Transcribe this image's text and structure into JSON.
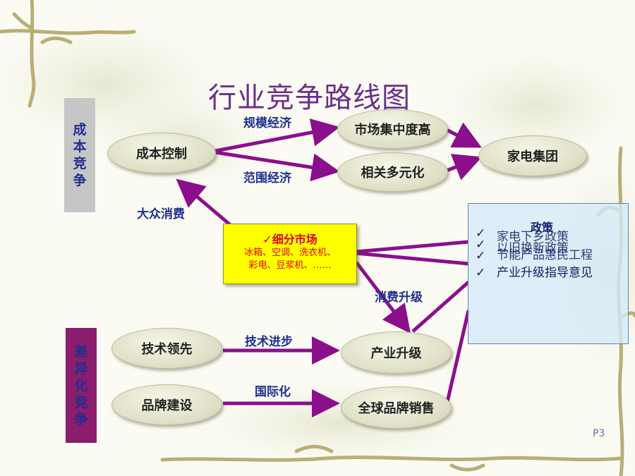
{
  "title": "行业竞争路线图",
  "side_labels": {
    "cost": [
      "成",
      "本",
      "竞",
      "争"
    ],
    "diff": [
      "差",
      "异",
      "化",
      "竞",
      "争"
    ]
  },
  "nodes": {
    "cost_control": "成本控制",
    "market_concentration": "市场集中度高",
    "diversification": "相关多元化",
    "appliance_group": "家电集团",
    "tech_leading": "技术领先",
    "brand_building": "品牌建设",
    "industry_upgrade": "产业升级",
    "global_brand_sales": "全球品牌销售"
  },
  "edge_labels": {
    "scale_economy": "规模经济",
    "scope_economy": "范围经济",
    "mass_consumption": "大众消费",
    "consumption_upgrade": "消费升级",
    "tech_progress": "技术进步",
    "internationalization": "国际化"
  },
  "market_box": {
    "title": "细分市场",
    "check": "✓",
    "line1": "冰箱、空调、洗衣机、",
    "line2": "彩电、豆浆机、……"
  },
  "policy_box": {
    "title": "政策",
    "check": "✓",
    "overlap_text_1": "家电下乡政策",
    "overlap_text_2": "以旧换新政策",
    "overlap_text_3": "节能产品惠民工程",
    "line4": "产业升级指导意见"
  },
  "page_number": "P3",
  "colors": {
    "title": "#6b2f8a",
    "arrow": "#8b0f8c",
    "label_blue": "#1f2f8f",
    "side_cost_bg": "#c6c6c6",
    "side_cost_text": "#1f2f8f",
    "side_diff_bg": "#8b1c6e",
    "side_diff_text": "#1f2f8f"
  }
}
